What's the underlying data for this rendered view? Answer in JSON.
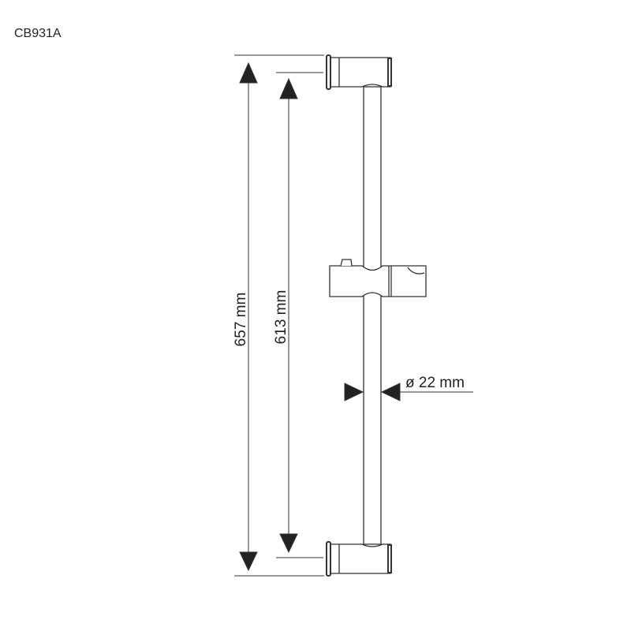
{
  "model_code": "CB931A",
  "dimensions": {
    "total_length": "657 mm",
    "center_distance": "613 mm",
    "bar_diameter": "ø 22 mm"
  }
}
